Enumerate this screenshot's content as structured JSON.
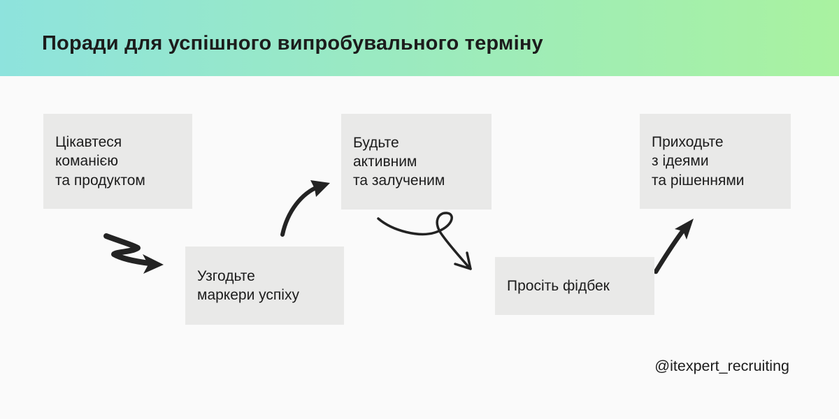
{
  "header": {
    "title": "Поради для успішного випробувального терміну",
    "gradient_from": "#8ee3dd",
    "gradient_to": "#a9f2a0"
  },
  "steps": [
    {
      "label": "Цікавтеся\nкоманією\nта продуктом"
    },
    {
      "label": "Узгодьте\nмаркери успіху"
    },
    {
      "label": "Будьте\nактивним\nта залученим"
    },
    {
      "label": "Просіть фідбек"
    },
    {
      "label": "Приходьте\nз ідеями\nта рішеннями"
    }
  ],
  "footer": {
    "handle": "@itexpert_recruiting"
  },
  "colors": {
    "page_bg": "#fafafa",
    "box_bg": "#e9e9e8",
    "text": "#1c1c1c",
    "arrow": "#232323"
  }
}
